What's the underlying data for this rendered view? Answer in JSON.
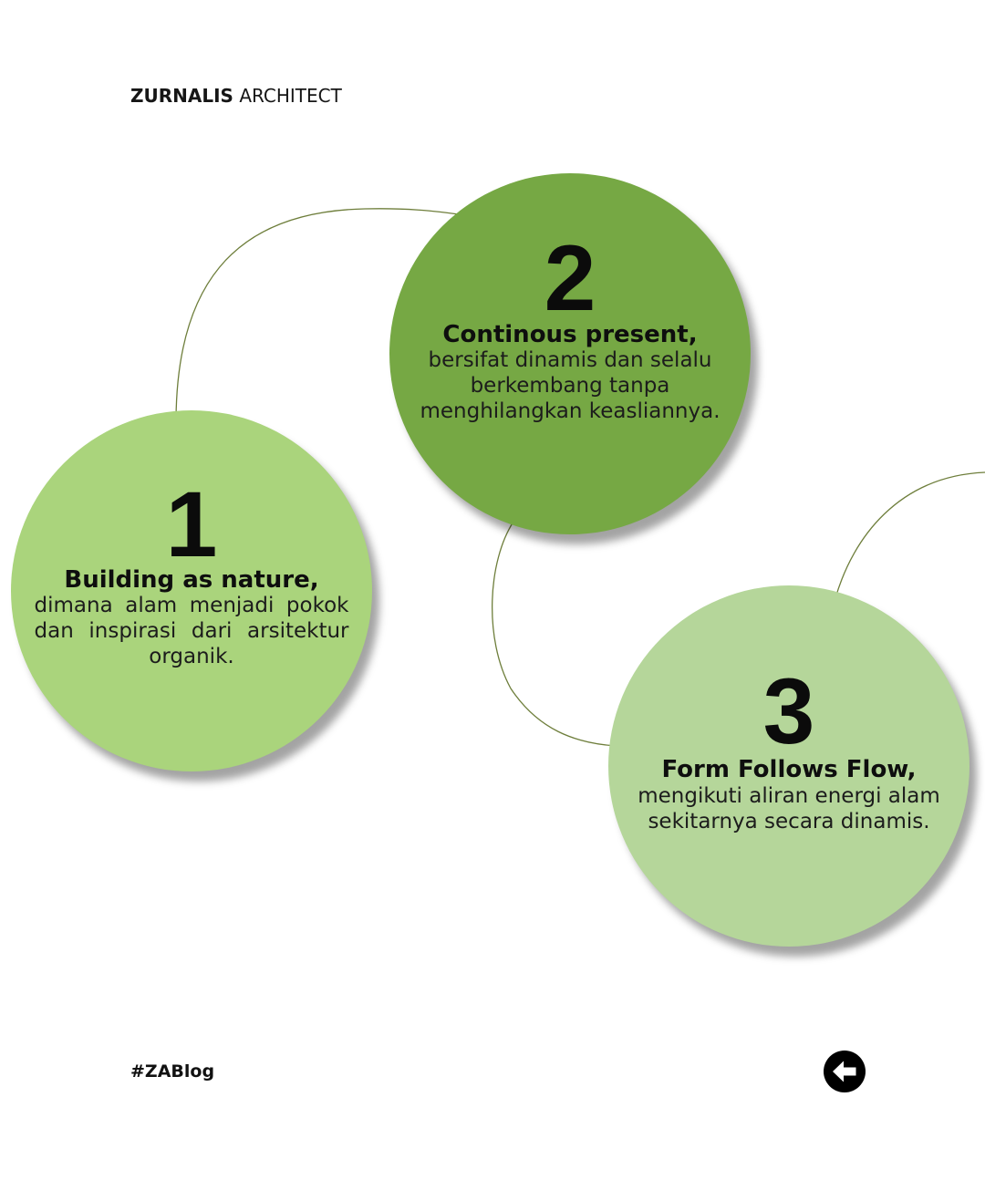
{
  "brand": {
    "name_bold": "ZURNALIS",
    "name_regular": "ARCHITECT"
  },
  "items": [
    {
      "number": "1",
      "title": "Building as nature,",
      "lines": [
        "dimana alam menjadi pokok",
        "dan inspirasi dari arsitektur",
        "organik."
      ]
    },
    {
      "number": "2",
      "title": "Continous present,",
      "lines": [
        "bersifat dinamis dan selalu",
        "berkembang tanpa",
        "menghilangkan keasliannya."
      ]
    },
    {
      "number": "3",
      "title": "Form Follows Flow,",
      "lines": [
        "mengikuti aliran energi alam",
        "sekitarnya secara dinamis."
      ]
    }
  ],
  "footer": {
    "hashtag": "#ZABlog",
    "nav_icon": "arrow-left-icon"
  },
  "colors": {
    "circle_1": "#aad47c",
    "circle_2": "#76a844",
    "circle_3": "#b5d69a",
    "connector": "#6e7e3b",
    "nav_button": "#000000",
    "nav_arrow": "#ffffff"
  }
}
